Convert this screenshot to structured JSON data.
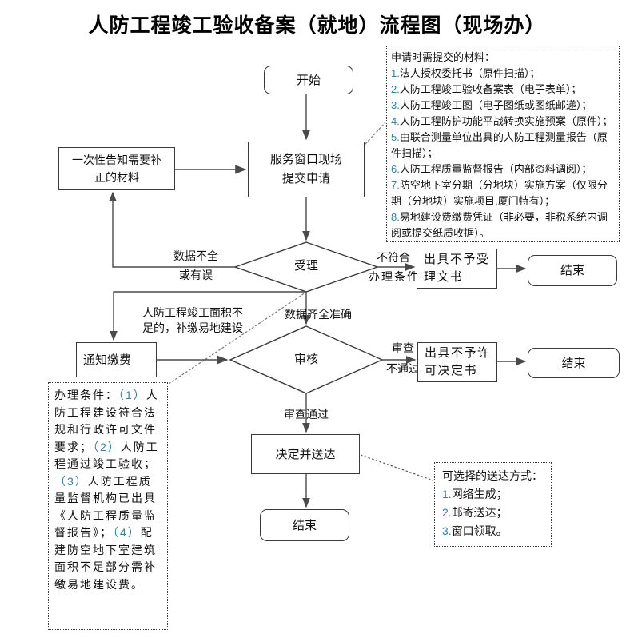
{
  "title": "人防工程竣工验收备案（就地）流程图（现场办）",
  "nodes": {
    "start": "开始",
    "service": {
      "l1": "服务窗口现场",
      "l2": "提交申请"
    },
    "notify_fix": {
      "l1": "一次性告知需要补",
      "l2": "正的材料"
    },
    "accept": "受理",
    "review": "审核",
    "notify_pay": "通知缴费",
    "no_accept": {
      "l1": "出具不予受",
      "l2": "理文书"
    },
    "no_permit": {
      "l1": "出具不予许",
      "l2": "可决定书"
    },
    "decide": "决定并送达",
    "end": "结束"
  },
  "labels": {
    "reject_l1": "数据不全",
    "reject_l2": "或有误",
    "notmeet_l1": "不符合",
    "notmeet_l2": "办理条件",
    "area_l1": "人防工程竣工面积不",
    "area_l2": "足的，补缴易地建设",
    "data_ok": "数据齐全准确",
    "fail_l1": "审查",
    "fail_l2": "不通过",
    "pass": "审查通过"
  },
  "materials": {
    "header": "申请时需提交的材料：",
    "items": [
      {
        "n": "1.",
        "t": "法人授权委托书（原件扫描）；"
      },
      {
        "n": "2.",
        "t": "人防工程竣工验收备案表（电子表单）；"
      },
      {
        "n": "3.",
        "t": "人防工程竣工图（电子图纸或图纸邮递）；"
      },
      {
        "n": "4.",
        "t": "人防工程防护功能平战转换实施预案（原件）；"
      },
      {
        "n": "5.",
        "t": "由联合测量单位出具的人防工程测量报告（原件扫描）；"
      },
      {
        "n": "6.",
        "t": "人防工程质量监督报告（内部资料调阅）；"
      },
      {
        "n": "7.",
        "t": "防空地下室分期（分地块）实施方案（仅限分期（分地块）实施项目,厦门特有）；"
      },
      {
        "n": "8.",
        "t": "易地建设费缴费凭证（非必要，非税系统内调阅或提交纸质收据）。"
      }
    ]
  },
  "conditions": {
    "header": "办理条件：",
    "items": [
      {
        "n": "（1）",
        "t": "人防工程建设符合法规和行政许可文件要求；"
      },
      {
        "n": "（2）",
        "t": "人防工程通过竣工验收；"
      },
      {
        "n": "（3）",
        "t": "人防工程质量监督机构已出具《人防工程质量监督报告》；"
      },
      {
        "n": "（4）",
        "t": "配建防空地下室建筑面积不足部分需补缴易地建设费。"
      }
    ]
  },
  "delivery": {
    "header": "可选择的送达方式：",
    "items": [
      {
        "n": "1.",
        "t": "网络生成；"
      },
      {
        "n": "2.",
        "t": "邮寄送达；"
      },
      {
        "n": "3.",
        "t": "窗口领取。"
      }
    ]
  },
  "colors": {
    "line": "#4a4a4a",
    "number_accent": "#31849b",
    "border": "#3a3a3a"
  }
}
